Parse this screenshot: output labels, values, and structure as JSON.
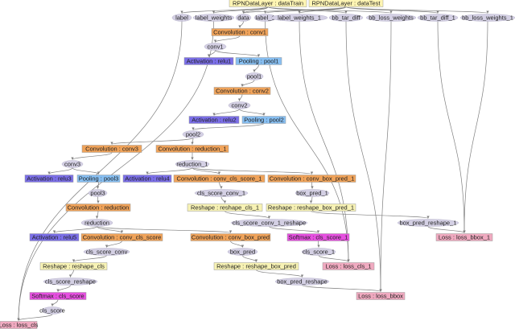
{
  "colors": {
    "layer_data": "#fff5b3",
    "conv": "#f0a35a",
    "activation": "#7b6fe8",
    "pooling": "#87bff2",
    "reshape": "#f7f2b4",
    "softmax": "#e650e0",
    "loss": "#f0aac0",
    "blob": "#d4d0e4",
    "edge": "#7f7f7f"
  },
  "nodes": [
    {
      "id": "data_train",
      "label": "RPNDataLayer : dataTrain",
      "kind": "layer_data"
    },
    {
      "id": "data_test",
      "label": "RPNDataLayer : dataTest",
      "kind": "layer_data"
    },
    {
      "id": "b_label",
      "label": "label",
      "kind": "blob"
    },
    {
      "id": "b_label_weights",
      "label": "label_weights",
      "kind": "blob"
    },
    {
      "id": "b_data",
      "label": "data",
      "kind": "blob"
    },
    {
      "id": "b_label_1",
      "label": "label_1",
      "kind": "blob"
    },
    {
      "id": "b_label_weights_1",
      "label": "label_weights_1",
      "kind": "blob"
    },
    {
      "id": "b_bb_tar_diff",
      "label": "bb_tar_diff",
      "kind": "blob"
    },
    {
      "id": "b_bb_loss_weights",
      "label": "bb_loss_weights",
      "kind": "blob"
    },
    {
      "id": "b_bb_tar_diff_1",
      "label": "bb_tar_diff_1",
      "kind": "blob"
    },
    {
      "id": "b_bb_loss_weights_1",
      "label": "bb_loss_weights_1",
      "kind": "blob"
    },
    {
      "id": "conv1",
      "label": "Convolution : conv1",
      "kind": "conv"
    },
    {
      "id": "b_conv1",
      "label": "conv1",
      "kind": "blob"
    },
    {
      "id": "relu1",
      "label": "Activation : relu1",
      "kind": "activation"
    },
    {
      "id": "pool1",
      "label": "Pooling : pool1",
      "kind": "pooling"
    },
    {
      "id": "b_pool1",
      "label": "pool1",
      "kind": "blob"
    },
    {
      "id": "conv2",
      "label": "Convolution : conv2",
      "kind": "conv"
    },
    {
      "id": "b_conv2",
      "label": "conv2",
      "kind": "blob"
    },
    {
      "id": "relu2",
      "label": "Activation : relu2",
      "kind": "activation"
    },
    {
      "id": "pool2",
      "label": "Pooling : pool2",
      "kind": "pooling"
    },
    {
      "id": "b_pool2",
      "label": "pool2",
      "kind": "blob"
    },
    {
      "id": "conv3",
      "label": "Convolution : conv3",
      "kind": "conv"
    },
    {
      "id": "reduction_1",
      "label": "Convolution : reduction_1",
      "kind": "conv"
    },
    {
      "id": "b_conv3",
      "label": "conv3",
      "kind": "blob"
    },
    {
      "id": "b_reduction_1",
      "label": "reduction_1",
      "kind": "blob"
    },
    {
      "id": "relu3",
      "label": "Activation : relu3",
      "kind": "activation"
    },
    {
      "id": "pool3",
      "label": "Pooling : pool3",
      "kind": "pooling"
    },
    {
      "id": "relu4",
      "label": "Activation : relu4",
      "kind": "activation"
    },
    {
      "id": "conv_cls_score_1",
      "label": "Convolution : conv_cls_score_1",
      "kind": "conv"
    },
    {
      "id": "conv_box_pred_1",
      "label": "Convolution : conv_box_pred_1",
      "kind": "conv"
    },
    {
      "id": "b_pool3",
      "label": "pool3",
      "kind": "blob"
    },
    {
      "id": "b_cls_score_conv_1",
      "label": "cls_score_conv_1",
      "kind": "blob"
    },
    {
      "id": "b_box_pred_1",
      "label": "box_pred_1",
      "kind": "blob"
    },
    {
      "id": "reduction",
      "label": "Convolution : reduction",
      "kind": "conv"
    },
    {
      "id": "reshape_cls_1",
      "label": "Reshape : reshape_cls_1",
      "kind": "reshape"
    },
    {
      "id": "reshape_box_pred_1",
      "label": "Reshape : reshape_box_pred_1",
      "kind": "reshape"
    },
    {
      "id": "b_reduction",
      "label": "reduction",
      "kind": "blob"
    },
    {
      "id": "b_cls_score_conv_1_reshape",
      "label": "cls_score_conv_1_reshape",
      "kind": "blob"
    },
    {
      "id": "b_box_pred_reshape_1",
      "label": "box_pred_reshape_1",
      "kind": "blob"
    },
    {
      "id": "relu5",
      "label": "Activation : relu5",
      "kind": "activation"
    },
    {
      "id": "conv_cls_score",
      "label": "Convolution : conv_cls_score",
      "kind": "conv"
    },
    {
      "id": "conv_box_pred",
      "label": "Convolution : conv_box_pred",
      "kind": "conv"
    },
    {
      "id": "cls_score_1",
      "label": "Softmax : cls_score_1",
      "kind": "softmax"
    },
    {
      "id": "loss_bbox_1",
      "label": "Loss : loss_bbox_1",
      "kind": "loss"
    },
    {
      "id": "b_cls_score_conv",
      "label": "cls_score_conv",
      "kind": "blob"
    },
    {
      "id": "b_box_pred",
      "label": "box_pred",
      "kind": "blob"
    },
    {
      "id": "b_cls_score_1",
      "label": "cls_score_1",
      "kind": "blob"
    },
    {
      "id": "reshape_cls",
      "label": "Reshape : reshape_cls",
      "kind": "reshape"
    },
    {
      "id": "reshape_box_pred",
      "label": "Reshape : reshape_box_pred",
      "kind": "reshape"
    },
    {
      "id": "loss_cls_1",
      "label": "Loss : loss_cls_1",
      "kind": "loss"
    },
    {
      "id": "b_cls_score_reshape",
      "label": "cls_score_reshape",
      "kind": "blob"
    },
    {
      "id": "b_box_pred_reshape",
      "label": "box_pred_reshape",
      "kind": "blob"
    },
    {
      "id": "cls_score",
      "label": "Softmax : cls_score",
      "kind": "softmax"
    },
    {
      "id": "loss_bbox",
      "label": "Loss : loss_bbox",
      "kind": "loss"
    },
    {
      "id": "b_cls_score",
      "label": "cls_score",
      "kind": "blob"
    },
    {
      "id": "loss_cls",
      "label": "Loss : loss_cls",
      "kind": "loss"
    }
  ],
  "edges": [
    [
      "data_train",
      "b_label"
    ],
    [
      "data_train",
      "b_label_weights"
    ],
    [
      "data_train",
      "b_data"
    ],
    [
      "data_train",
      "b_bb_tar_diff"
    ],
    [
      "data_train",
      "b_bb_loss_weights"
    ],
    [
      "data_test",
      "b_data"
    ],
    [
      "data_test",
      "b_label_1"
    ],
    [
      "data_test",
      "b_label_weights_1"
    ],
    [
      "data_test",
      "b_bb_tar_diff_1"
    ],
    [
      "data_test",
      "b_bb_loss_weights_1"
    ],
    [
      "b_data",
      "conv1"
    ],
    [
      "conv1",
      "b_conv1"
    ],
    [
      "b_conv1",
      "relu1"
    ],
    [
      "b_conv1",
      "pool1"
    ],
    [
      "pool1",
      "b_pool1"
    ],
    [
      "b_pool1",
      "conv2"
    ],
    [
      "conv2",
      "b_conv2"
    ],
    [
      "b_conv2",
      "relu2"
    ],
    [
      "b_conv2",
      "pool2"
    ],
    [
      "pool2",
      "b_pool2"
    ],
    [
      "b_pool2",
      "conv3"
    ],
    [
      "b_pool2",
      "reduction_1"
    ],
    [
      "conv3",
      "b_conv3"
    ],
    [
      "reduction_1",
      "b_reduction_1"
    ],
    [
      "b_conv3",
      "relu3"
    ],
    [
      "b_conv3",
      "pool3"
    ],
    [
      "b_reduction_1",
      "relu4"
    ],
    [
      "b_reduction_1",
      "conv_cls_score_1"
    ],
    [
      "b_reduction_1",
      "conv_box_pred_1"
    ],
    [
      "pool3",
      "b_pool3"
    ],
    [
      "conv_cls_score_1",
      "b_cls_score_conv_1"
    ],
    [
      "conv_box_pred_1",
      "b_box_pred_1"
    ],
    [
      "b_pool3",
      "reduction"
    ],
    [
      "b_cls_score_conv_1",
      "reshape_cls_1"
    ],
    [
      "b_box_pred_1",
      "reshape_box_pred_1"
    ],
    [
      "reduction",
      "b_reduction"
    ],
    [
      "reshape_cls_1",
      "b_cls_score_conv_1_reshape"
    ],
    [
      "reshape_box_pred_1",
      "b_box_pred_reshape_1"
    ],
    [
      "b_reduction",
      "relu5"
    ],
    [
      "b_reduction",
      "conv_cls_score"
    ],
    [
      "b_reduction",
      "conv_box_pred"
    ],
    [
      "b_cls_score_conv_1_reshape",
      "cls_score_1"
    ],
    [
      "b_box_pred_reshape_1",
      "loss_bbox_1"
    ],
    [
      "conv_cls_score",
      "b_cls_score_conv"
    ],
    [
      "conv_box_pred",
      "b_box_pred"
    ],
    [
      "cls_score_1",
      "b_cls_score_1"
    ],
    [
      "b_cls_score_conv",
      "reshape_cls"
    ],
    [
      "b_box_pred",
      "reshape_box_pred"
    ],
    [
      "b_cls_score_1",
      "loss_cls_1"
    ],
    [
      "reshape_cls",
      "b_cls_score_reshape"
    ],
    [
      "reshape_box_pred",
      "b_box_pred_reshape"
    ],
    [
      "b_cls_score_reshape",
      "cls_score"
    ],
    [
      "b_box_pred_reshape",
      "loss_bbox"
    ],
    [
      "cls_score",
      "b_cls_score"
    ],
    [
      "b_cls_score",
      "loss_cls"
    ],
    [
      "b_label",
      "loss_cls"
    ],
    [
      "b_label_weights",
      "loss_cls"
    ],
    [
      "b_label_1",
      "loss_cls_1"
    ],
    [
      "b_label_weights_1",
      "loss_cls_1"
    ],
    [
      "b_bb_tar_diff",
      "loss_bbox"
    ],
    [
      "b_bb_loss_weights",
      "loss_bbox"
    ],
    [
      "b_bb_tar_diff_1",
      "loss_bbox_1"
    ],
    [
      "b_bb_loss_weights_1",
      "loss_bbox_1"
    ]
  ]
}
